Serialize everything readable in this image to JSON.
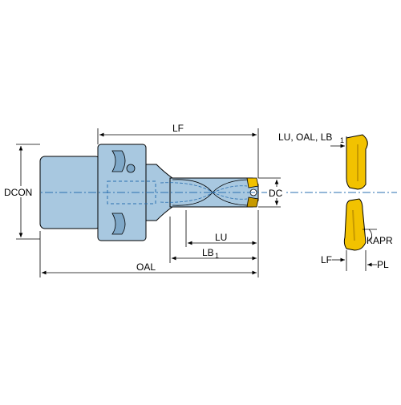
{
  "diagram": {
    "labels": {
      "lf_top": "LF",
      "lu_oal_lb": "LU, OAL, LB",
      "lu_oal_lb_sub": "1",
      "dcon": "DCON",
      "dc": "DC",
      "lu": "LU",
      "lb": "LB",
      "lb_sub": "1",
      "oal": "OAL",
      "kapr": "KAPR",
      "lf_insert": "LF",
      "pl": "PL"
    },
    "colors": {
      "body": "#a8c8e0",
      "body_dark": "#7fa8c8",
      "outline": "#000000",
      "insert": "#f2c200",
      "insert_dark": "#c79a00",
      "centerline": "#2a6fb0",
      "dim_line": "#000000"
    }
  }
}
